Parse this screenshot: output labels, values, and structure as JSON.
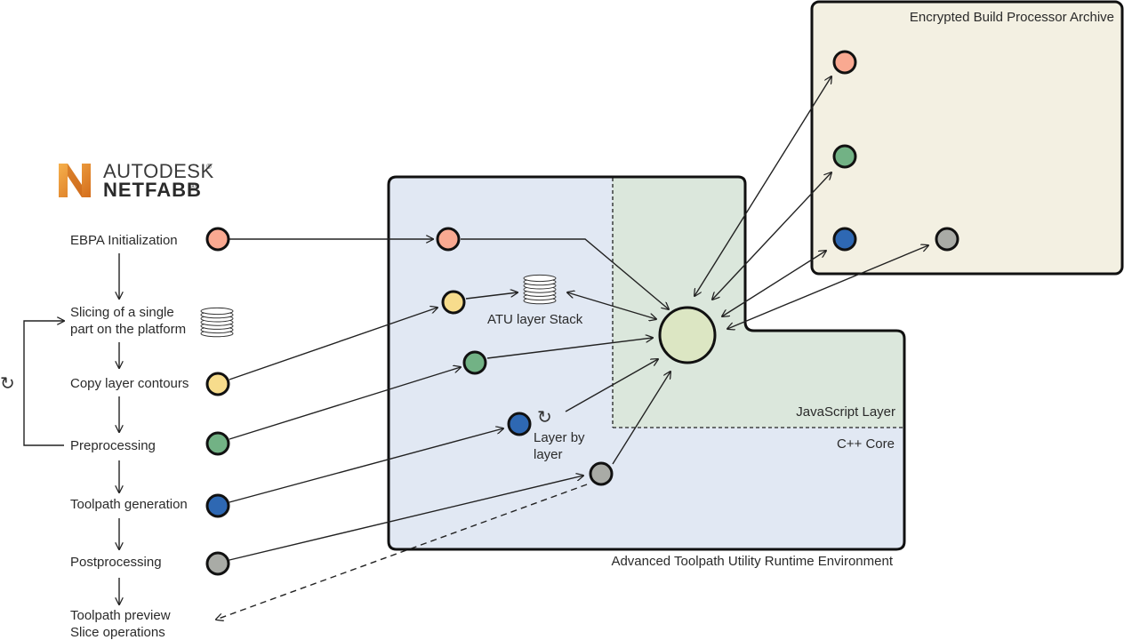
{
  "logo": {
    "brand": "AUTODESK",
    "product": "NETFABB",
    "registered_mark": "®",
    "icon": "autodesk-n-logo-icon",
    "icon_colors": [
      "#f2a341",
      "#d9741e"
    ]
  },
  "workflow": {
    "steps": [
      {
        "label_lines": [
          "EBPA Initialization"
        ],
        "node_color": "#f9a991"
      },
      {
        "label_lines": [
          "Slicing of a single",
          "part on the platform"
        ],
        "icon": "layer-stack-icon"
      },
      {
        "label_lines": [
          "Copy layer contours"
        ],
        "node_color": "#f7dc8c"
      },
      {
        "label_lines": [
          "Preprocessing"
        ],
        "node_color": "#72b285"
      },
      {
        "label_lines": [
          "Toolpath generation"
        ],
        "node_color": "#2e68b3"
      },
      {
        "label_lines": [
          "Postprocessing"
        ],
        "node_color": "#a9aba6"
      },
      {
        "label_lines": [
          "Toolpath preview",
          "Slice operations"
        ]
      }
    ],
    "loop_icon": "cycle-arrow-icon",
    "loop_glyph": "↻"
  },
  "runtime": {
    "title": "Advanced Toolpath Utility Runtime Environment",
    "fill": "#e1e8f3",
    "core_label": "C++ Core",
    "js_layer_label": "JavaScript Layer",
    "js_layer_fill": "#dbe7dc",
    "stack_label": "ATU layer Stack",
    "layer_by_layer_lines": [
      "Layer by",
      "layer"
    ],
    "layer_by_layer_glyph": "↻",
    "hub_color": "#dce6c3"
  },
  "archive": {
    "title": "Encrypted Build Processor Archive",
    "fill": "#f3f0e2"
  },
  "colors": {
    "salmon": "#f9a991",
    "yellow": "#f7dc8c",
    "green": "#72b285",
    "blue": "#2e68b3",
    "gray": "#a9aba6",
    "stroke": "#111111"
  }
}
